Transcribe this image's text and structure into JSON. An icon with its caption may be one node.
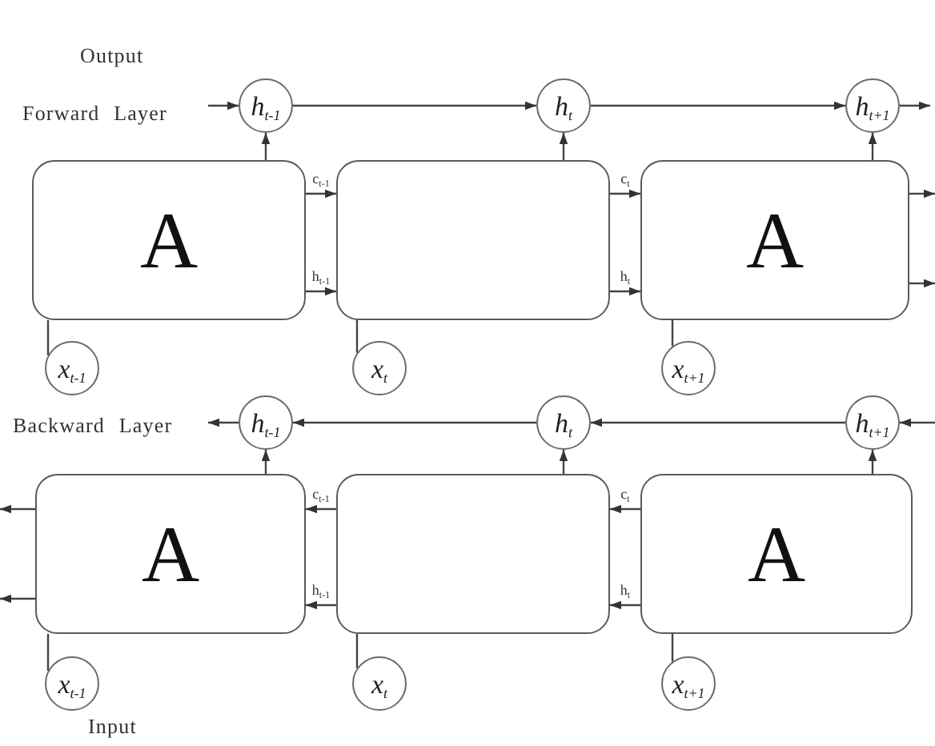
{
  "diagram": {
    "nodes": [
      {
        "text": [
          "h$_{t-1}$"
        ]
      },
      {
        "text": [
          "h$_{t}$"
        ]
      },
      {
        "text": [
          "h$_{t+1}$"
        ]
      },
      {
        "text": [
          "A"
        ]
      },
      {
        "text": [],
        "shape": "box"
      },
      {
        "text": [
          "A"
        ]
      },
      {
        "text": [
          "x$_{t-1}$"
        ]
      },
      {
        "text": [
          "x$_{t}$"
        ]
      },
      {
        "text": [
          "x$_{t+1}$"
        ]
      },
      {
        "text": [
          "h$_{t-1}$"
        ]
      },
      {
        "text": [
          "h$_{t}$"
        ]
      },
      {
        "text": [
          "h$_{t+1}$"
        ]
      },
      {
        "text": [
          "A"
        ]
      },
      {
        "text": [],
        "shape": "box"
      },
      {
        "text": [
          "A"
        ]
      },
      {
        "text": [
          "x$_{t-1}$"
        ]
      },
      {
        "text": [
          "x$_{t}$"
        ]
      },
      {
        "text": [
          "x$_{t+1}$"
        ]
      }
    ],
    "edges": [
      {
        "from": null,
        "to": 0,
        "arrow": "to"
      },
      {
        "from": 0,
        "to": 1,
        "arrow": "to"
      },
      {
        "from": 1,
        "to": 2,
        "arrow": "to"
      },
      {
        "from": 2,
        "to": null,
        "arrow": "to"
      },
      {
        "from": 3,
        "to": 0,
        "arrow": "to"
      },
      {
        "from": 4,
        "to": 1,
        "arrow": "to"
      },
      {
        "from": 5,
        "to": 2,
        "arrow": "to"
      },
      {
        "from": 3,
        "to": 4,
        "arrow": "to",
        "label": "c$_{t-1}$"
      },
      {
        "from": 3,
        "to": 4,
        "arrow": "to",
        "label": "h$_{t-1}$"
      },
      {
        "from": 4,
        "to": 5,
        "arrow": "to",
        "label": "c$_{t}$"
      },
      {
        "from": 4,
        "to": 5,
        "arrow": "to",
        "label": "h$_{t}$"
      },
      {
        "from": 5,
        "to": null,
        "arrow": "to"
      },
      {
        "from": 5,
        "to": null,
        "arrow": "to"
      },
      {
        "from": 6,
        "to": 3,
        "arrow": "none"
      },
      {
        "from": 7,
        "to": 4,
        "arrow": "none"
      },
      {
        "from": 8,
        "to": 5,
        "arrow": "none"
      },
      {
        "from": null,
        "to": 11,
        "arrow": "to"
      },
      {
        "from": 11,
        "to": 10,
        "arrow": "to"
      },
      {
        "from": 10,
        "to": 9,
        "arrow": "to"
      },
      {
        "from": 9,
        "to": null,
        "arrow": "to"
      },
      {
        "from": 12,
        "to": 9,
        "arrow": "to"
      },
      {
        "from": 13,
        "to": 10,
        "arrow": "to"
      },
      {
        "from": 14,
        "to": 11,
        "arrow": "to"
      },
      {
        "from": 13,
        "to": 12,
        "arrow": "to",
        "label": "c$_{t-1}$"
      },
      {
        "from": 13,
        "to": 12,
        "arrow": "to",
        "label": "h$_{t-1}$"
      },
      {
        "from": 14,
        "to": 13,
        "arrow": "to",
        "label": "c$_{t}$"
      },
      {
        "from": 14,
        "to": 13,
        "arrow": "to",
        "label": "h$_{t}$"
      },
      {
        "from": 12,
        "to": null,
        "arrow": "to"
      },
      {
        "from": 12,
        "to": null,
        "arrow": "to"
      },
      {
        "from": 15,
        "to": 12,
        "arrow": "none"
      },
      {
        "from": 16,
        "to": 13,
        "arrow": "none"
      },
      {
        "from": 17,
        "to": 14,
        "arrow": "none"
      }
    ],
    "labels": [
      "Output",
      "Forward Layer",
      "Backward Layer",
      "Input"
    ]
  }
}
